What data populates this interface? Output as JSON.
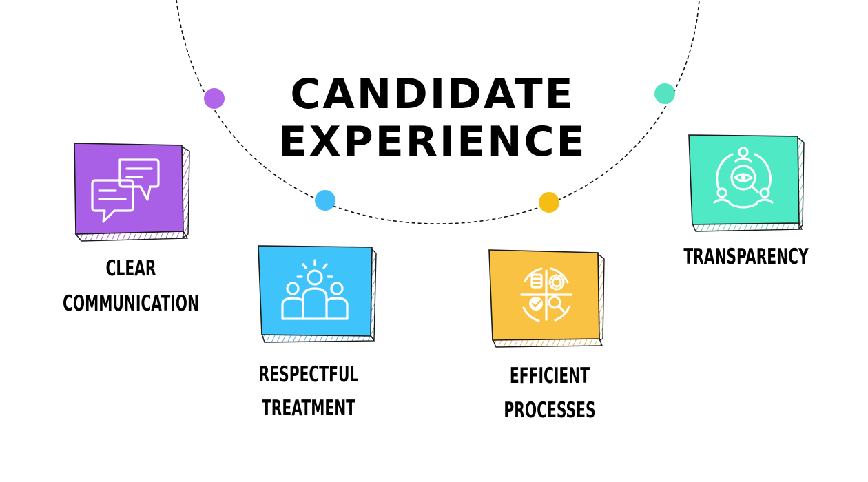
{
  "title": {
    "line1": "CANDIDATE",
    "line2": "EXPERIENCE"
  },
  "items": [
    {
      "lines": [
        "CLEAR",
        "COMMUNICATION"
      ],
      "color": "#A960E6",
      "dark": "#7A35B8",
      "icon": "chat-bubbles-icon"
    },
    {
      "lines": [
        "RESPECTFUL",
        "TREATMENT"
      ],
      "color": "#3FC3FB",
      "dark": "#1E8FC9",
      "icon": "team-people-icon"
    },
    {
      "lines": [
        "EFFICIENT",
        "PROCESSES"
      ],
      "color": "#F9C243",
      "dark": "#D9970E",
      "icon": "process-cycle-icon"
    },
    {
      "lines": [
        "TRANSPARENCY"
      ],
      "color": "#4FEAC5",
      "dark": "#1FB892",
      "icon": "eye-magnifier-network-icon"
    }
  ],
  "dots": [
    {
      "color": "#B165E8"
    },
    {
      "color": "#42BFF8"
    },
    {
      "color": "#F6BE14"
    },
    {
      "color": "#56E3C2"
    }
  ]
}
